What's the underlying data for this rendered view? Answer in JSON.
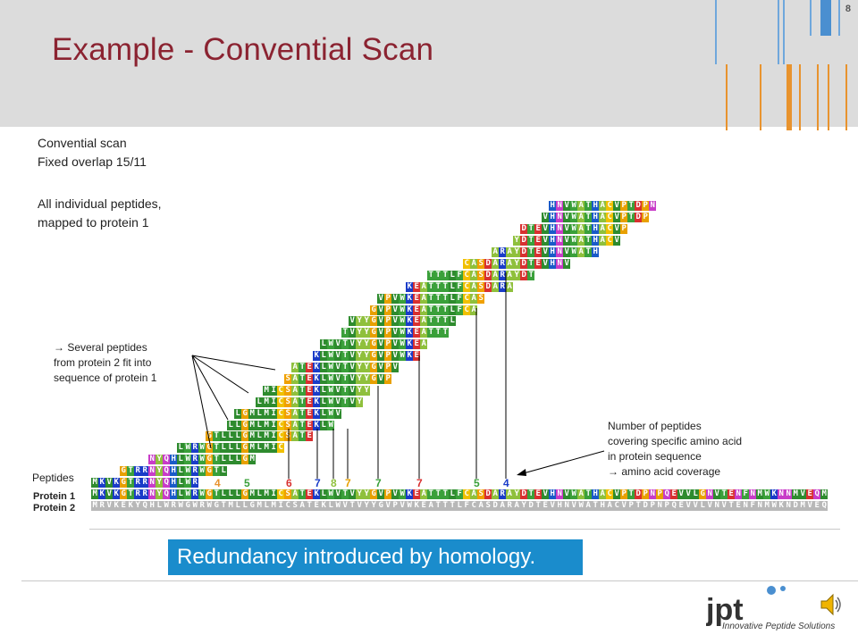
{
  "slide": {
    "page_number": "8",
    "title": "Example - Convential Scan",
    "scan_label": "Convential scan",
    "overlap_label": "Fixed overlap 15/11",
    "peptides_line1": "All individual peptides,",
    "peptides_line2": "mapped to protein 1",
    "note_line1": "→ Several peptides",
    "note_line2": "from protein 2 fit into",
    "note_line3": "sequence of protein 1",
    "coverage_line1": "Number of peptides",
    "coverage_line2": "covering specific amino acid",
    "coverage_line3": "in protein sequence",
    "coverage_line4": "→  amino acid coverage",
    "peptides_label": "Peptides",
    "protein1_label": "Protein 1",
    "protein2_label": "Protein 2",
    "banner_text": "Redundancy introduced by homology.",
    "logo_text": "jpt",
    "logo_tagline": "Innovative Peptide Solutions"
  },
  "sequences": {
    "protein1": "MKVKGTRRNYQHLWRWGTLLLGMLMICSATEKLWVTVYYGVPVWKEATTTLFCASDARAYDTEVHNVWATHACVPTDPNPQEVVLGNVTENFNMWKNNMVEQM",
    "protein2": "MRVKEKYQHLWRWGWRWGTMLLGMLMICSATEKLWVTVYYGVPVWKEATTTLFCASDARAYDTEVHNVWATHACVPTDPNPQEVVLVNVTENFNMWKNDMVEQ"
  },
  "peptides": [
    "MKVKGTRRNYQHLWR",
    "GTRRNYQHLWRWGTL",
    "NYQHLWRWGTLLLGM",
    "LWRWGTLLLGMLMIC",
    "GTLLLGMLMICSATE",
    "LLGMLMICSATEKLW",
    "LGMLMICSATEKLWV",
    "LMICSATEKLWVTVY",
    "MICSATEKLWVTVYY",
    "SATEKLWVTVYYGVP",
    "ATEKLWVTVYYGVPV",
    "KLWVTVYYGVPVWKE",
    "LWVTVYYGVPVWKEA",
    "TVYYGVPVWKEATTT",
    "VYYGVPVWKEATTTL",
    "GVPVWKEATTTLFCA",
    "VPVWKEATTTLFCAS",
    "KEATTTLFCASDARA",
    "TTTLFCASDARAYDT",
    "CASDARAYDTEVHNV",
    "ARAYDTEVHNVWATH",
    "YDTEVHNVWATHACV",
    "DTEVHNVWATHACVP",
    "VHNVWATHACVPTDP",
    "HNVWATHACVPTDPN"
  ],
  "coverage_numbers": [
    "4",
    "5",
    "6",
    "7",
    "8",
    "7",
    "7",
    "7",
    "5",
    "4"
  ],
  "colors": {
    "title": "#8b2331",
    "banner": "#1a8ccc",
    "header_bg": "#dcdcdc",
    "orange": "#e8932e",
    "blue": "#4a8fd0"
  }
}
